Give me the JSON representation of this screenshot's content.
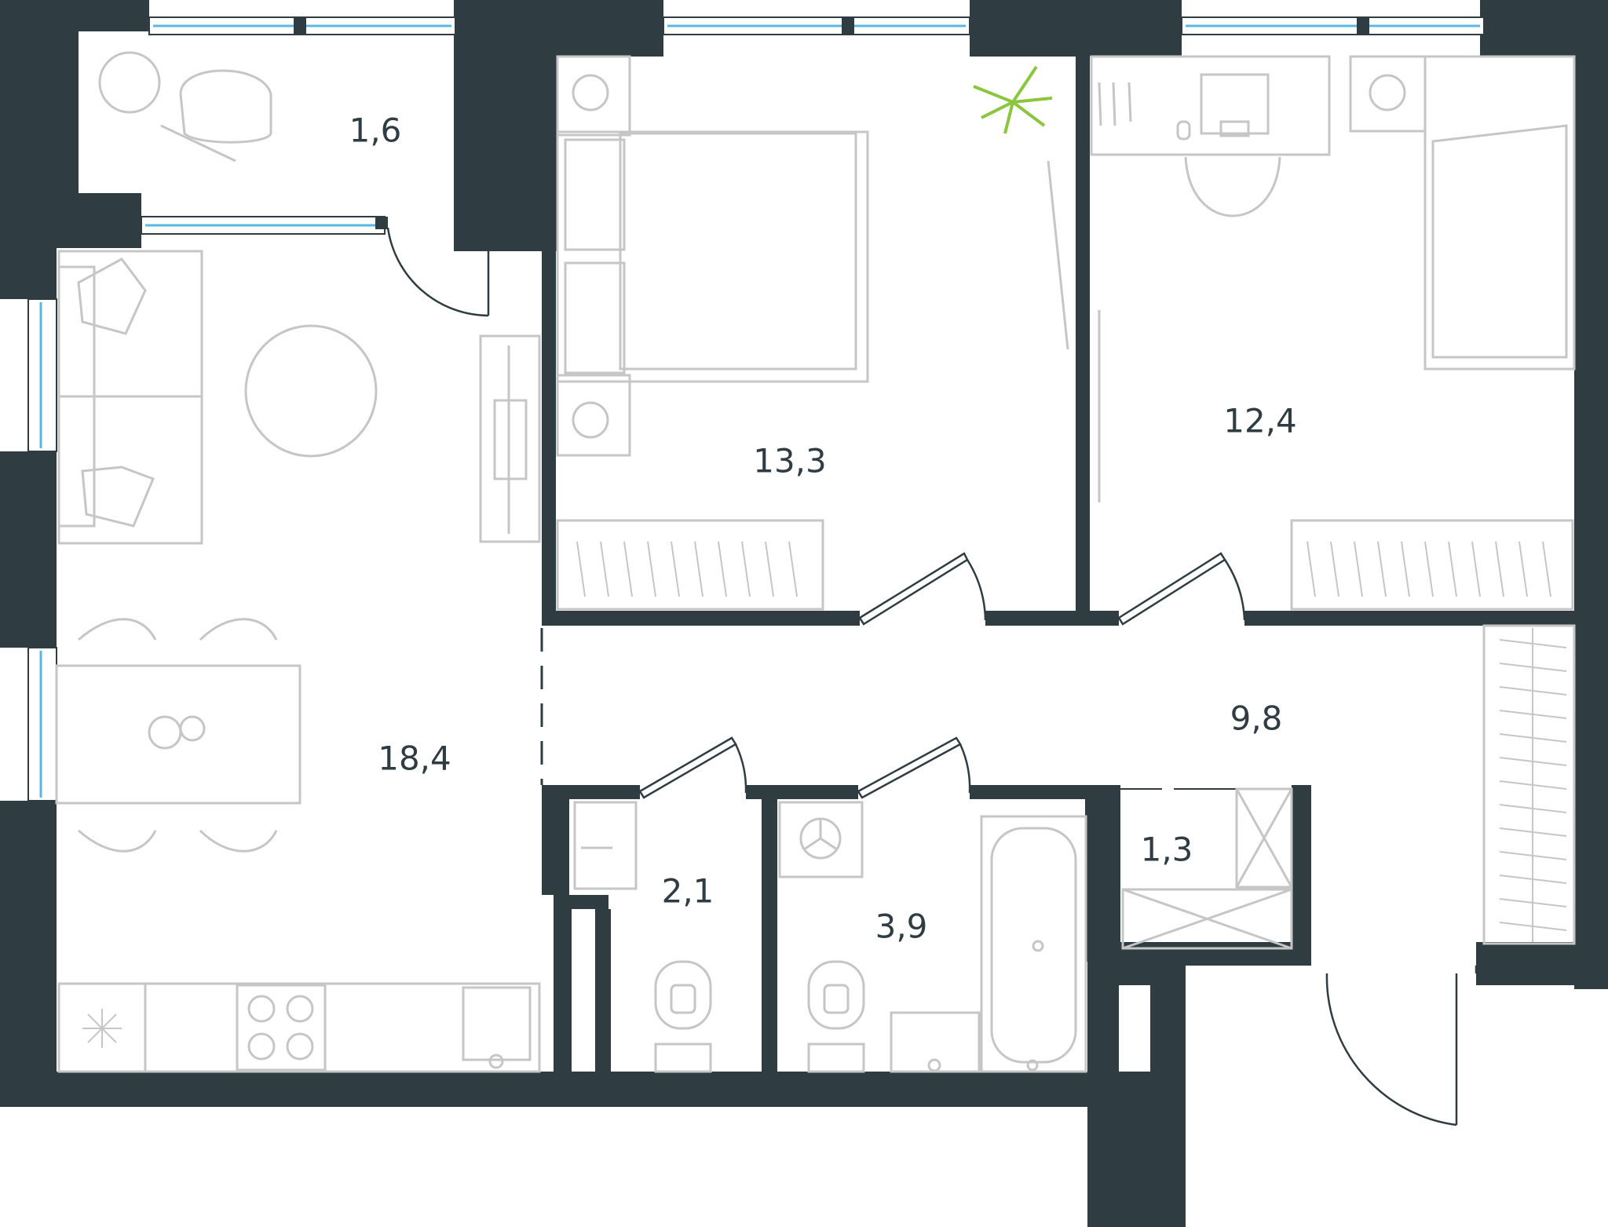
{
  "colors": {
    "wall": "#2f3d43",
    "window_glass": "#57b8e6",
    "furniture": "#c6c6c6",
    "plant": "#8cc63f",
    "label": "#2f3d43"
  },
  "rooms": [
    {
      "id": "balcony",
      "area": "1,6"
    },
    {
      "id": "bedroom-1",
      "area": "13,3"
    },
    {
      "id": "bedroom-2",
      "area": "12,4"
    },
    {
      "id": "living-kitchen",
      "area": "18,4"
    },
    {
      "id": "hallway",
      "area": "9,8"
    },
    {
      "id": "toilet",
      "area": "2,1"
    },
    {
      "id": "bathroom",
      "area": "3,9"
    },
    {
      "id": "storage",
      "area": "1,3"
    }
  ]
}
